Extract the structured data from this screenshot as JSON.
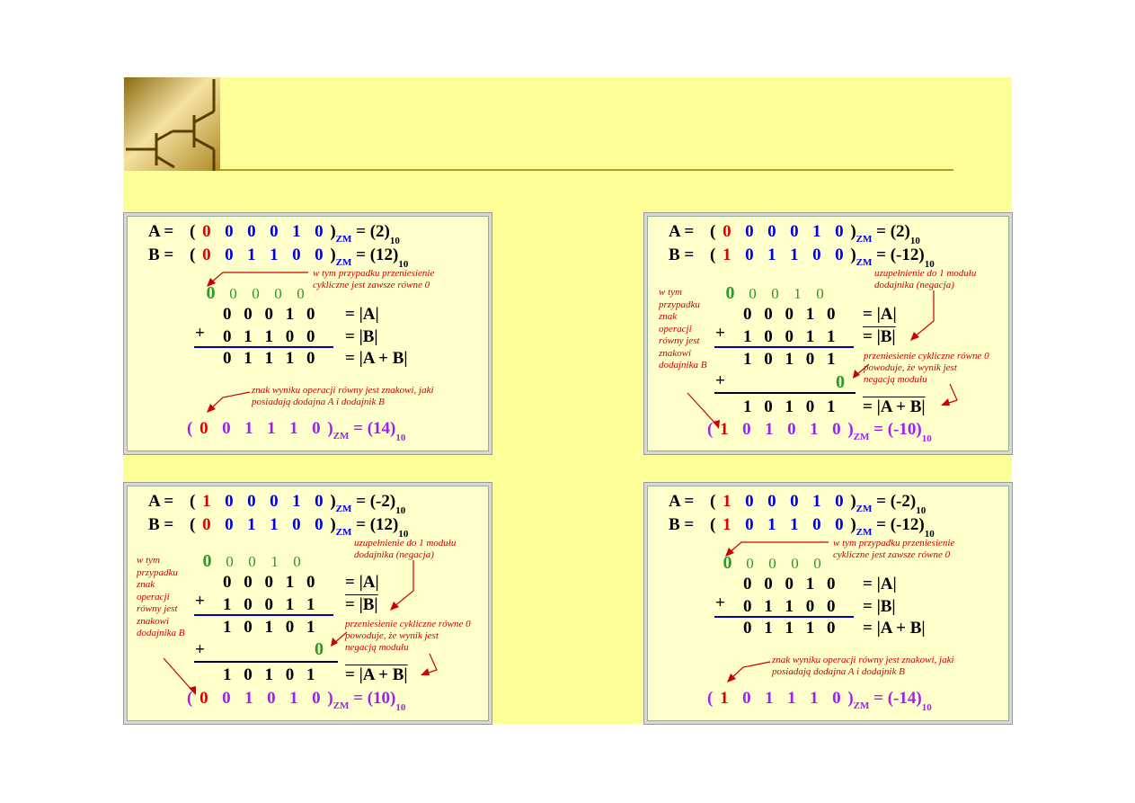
{
  "panels": [
    {
      "a_label": "A =",
      "b_label": "B =",
      "a_digits": [
        "0",
        "0",
        "0",
        "0",
        "1",
        "0"
      ],
      "a_result": "= (2)",
      "a_base": "10",
      "b_digits": [
        "0",
        "0",
        "1",
        "1",
        "0",
        "0"
      ],
      "b_result": "= (12)",
      "b_base": "10",
      "zm": "ZM",
      "carry": [
        "0",
        "0",
        "0",
        "0",
        "0"
      ],
      "row1": "0 0 0 1 0",
      "row1_label": "= |A|",
      "plus": "+",
      "row2": "0 1 1 0 0",
      "row2_label": "= |B|",
      "row3": "0 1 1 1 0",
      "row3_label": "= |A + B|",
      "note1": "w tym przypadku przeniesienie\ncykliczne jest zawsze równe 0",
      "note2": "znak wyniku operacji równy jest znakowi, jaki\nposiadają dodajna A i dodajnik B",
      "res_digits": [
        "0",
        "0",
        "1",
        "1",
        "1",
        "0"
      ],
      "res_value": "= (14)",
      "res_base": "10"
    },
    {
      "a_label": "A =",
      "b_label": "B =",
      "a_digits": [
        "0",
        "0",
        "0",
        "0",
        "1",
        "0"
      ],
      "a_result": "= (2)",
      "a_base": "10",
      "b_digits": [
        "1",
        "0",
        "1",
        "1",
        "0",
        "0"
      ],
      "b_result": "= (-12)",
      "b_base": "10",
      "zm": "ZM",
      "carry": [
        "0",
        "0",
        "0",
        "1",
        "0"
      ],
      "row1": "0 0 0 1 0",
      "row1_label": "= |A|",
      "plus": "+",
      "row2": "1 0 0 1 1",
      "row2_label": "= |B|",
      "row3": "1 0 1 0 1",
      "plus2": "+",
      "carry_bit": "0",
      "row4": "1 0 1 0 1",
      "row4_label": "= |A + B|",
      "note1": "uzupełnienie do 1 modułu\ndodajnika (negacja)",
      "note2": "przeniesienie cykliczne równe 0\npowoduje, że wynik jest\nnegacją modułu",
      "note3": "w tym\nprzypadku\nznak\noperacji\nrówny jest\nznakowi\ndodajnika B",
      "res_digits": [
        "1",
        "0",
        "1",
        "0",
        "1",
        "0"
      ],
      "res_value": "= (-10)",
      "res_base": "10"
    },
    {
      "a_label": "A =",
      "b_label": "B =",
      "a_digits": [
        "1",
        "0",
        "0",
        "0",
        "1",
        "0"
      ],
      "a_result": "= (-2)",
      "a_base": "10",
      "b_digits": [
        "0",
        "0",
        "1",
        "1",
        "0",
        "0"
      ],
      "b_result": "= (12)",
      "b_base": "10",
      "zm": "ZM",
      "carry": [
        "0",
        "0",
        "0",
        "1",
        "0"
      ],
      "row1": "0 0 0 1 0",
      "row1_label": "= |A|",
      "plus": "+",
      "row2": "1 0 0 1 1",
      "row2_label": "= |B|",
      "row3": "1 0 1 0 1",
      "plus2": "+",
      "carry_bit": "0",
      "row4": "1 0 1 0 1",
      "row4_label": "= |A + B|",
      "note1": "uzupełnienie do 1 modułu\ndodajnika (negacja)",
      "note2": "przeniesienie cykliczne równe 0\npowoduje, że wynik jest\nnegacją modułu",
      "note3": "w tym\nprzypadku\nznak\noperacji\nrówny jest\nznakowi\ndodajnika B",
      "res_digits": [
        "0",
        "0",
        "1",
        "0",
        "1",
        "0"
      ],
      "res_value": "= (10)",
      "res_base": "10"
    },
    {
      "a_label": "A =",
      "b_label": "B =",
      "a_digits": [
        "1",
        "0",
        "0",
        "0",
        "1",
        "0"
      ],
      "a_result": "= (-2)",
      "a_base": "10",
      "b_digits": [
        "1",
        "0",
        "1",
        "1",
        "0",
        "0"
      ],
      "b_result": "= (-12)",
      "b_base": "10",
      "zm": "ZM",
      "carry": [
        "0",
        "0",
        "0",
        "0",
        "0"
      ],
      "row1": "0 0 0 1 0",
      "row1_label": "= |A|",
      "plus": "+",
      "row2": "0 1 1 0 0",
      "row2_label": "= |B|",
      "row3": "0 1 1 1 0",
      "row3_label": "= |A + B|",
      "note1": "w tym przypadku przeniesienie\ncykliczne jest zawsze równe 0",
      "note2": "znak wyniku operacji równy jest znakowi, jaki\nposiadają dodajna A i dodajnik B",
      "res_digits": [
        "1",
        "0",
        "1",
        "1",
        "1",
        "0"
      ],
      "res_value": "= (-14)",
      "res_base": "10"
    }
  ],
  "colors": {
    "slide_bg": "#ffff99",
    "panel_bg": "#ffffcc",
    "sign_bit": "#e00000",
    "digit": "#0000e6",
    "carry": "#2a9a2a",
    "result": "#a020f0",
    "note": "#cc0000"
  }
}
